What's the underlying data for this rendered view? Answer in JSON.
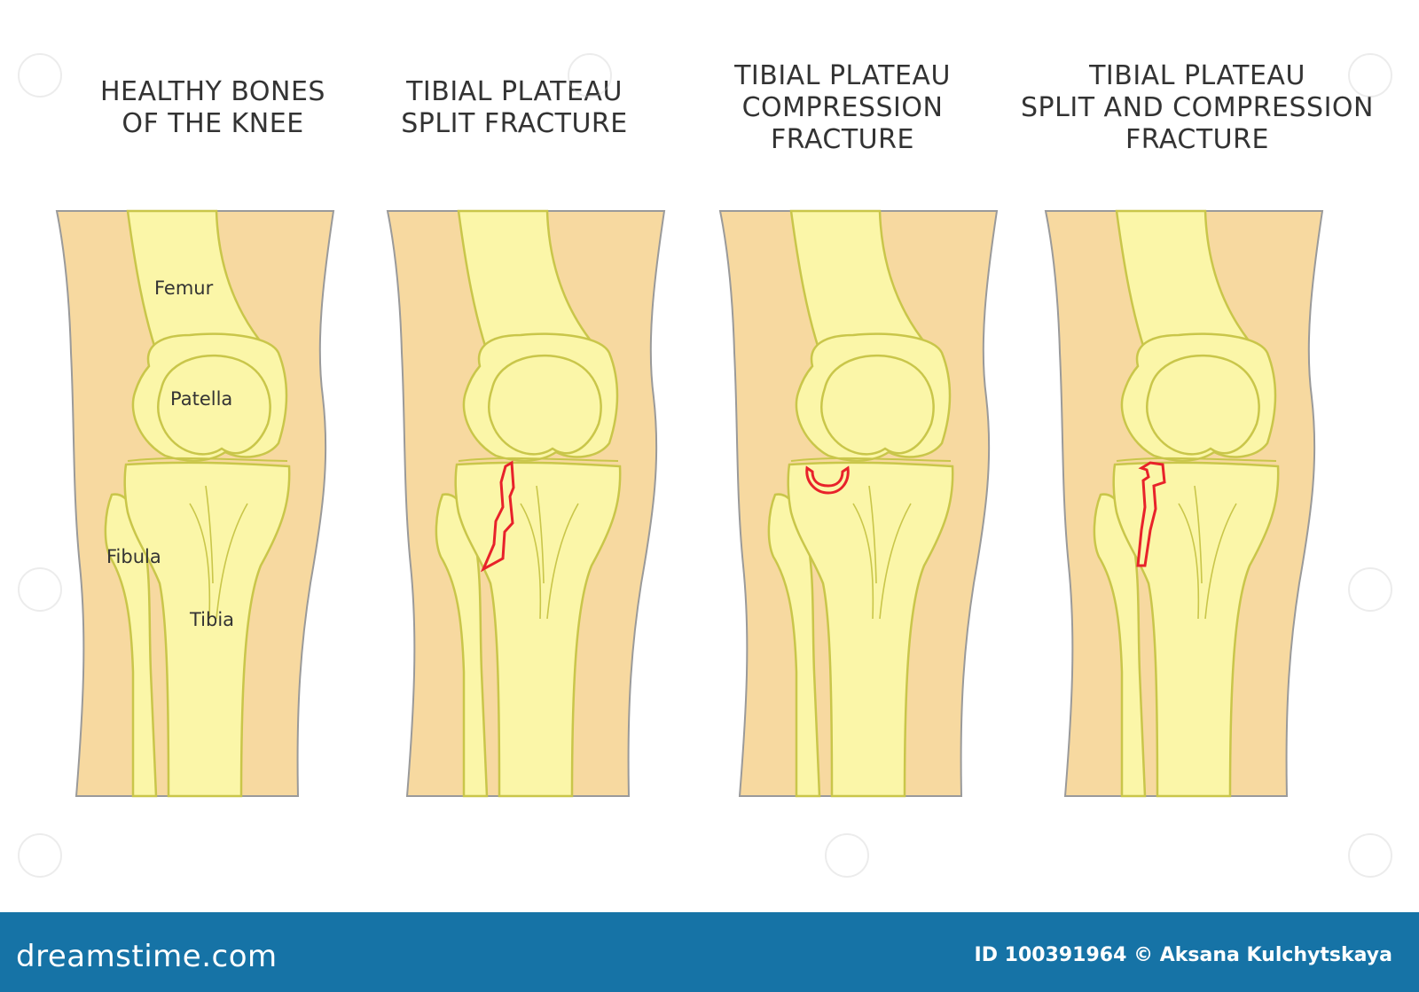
{
  "panels": [
    {
      "title_lines": [
        "HEALTHY BONES",
        "OF THE KNEE"
      ]
    },
    {
      "title_lines": [
        "TIBIAL PLATEAU",
        "SPLIT FRACTURE"
      ]
    },
    {
      "title_lines": [
        "TIBIAL PLATEAU",
        "COMPRESSION",
        "FRACTURE"
      ]
    },
    {
      "title_lines": [
        "TIBIAL PLATEAU",
        "SPLIT AND COMPRESSION",
        "FRACTURE"
      ]
    }
  ],
  "labels": {
    "femur": "Femur",
    "patella": "Patella",
    "fibula": "Fibula",
    "tibia": "Tibia"
  },
  "footer": {
    "brand": "dreamstime",
    "brand_suffix": ".com",
    "id_text": "ID 100391964 © Aksana Kulchytskaya"
  },
  "colors": {
    "skin": "#f7d9a0",
    "bone": "#fbf6a8",
    "bone_outline": "#c9c64a",
    "fracture": "#e8222a",
    "footer_bg": "#1673a6"
  }
}
